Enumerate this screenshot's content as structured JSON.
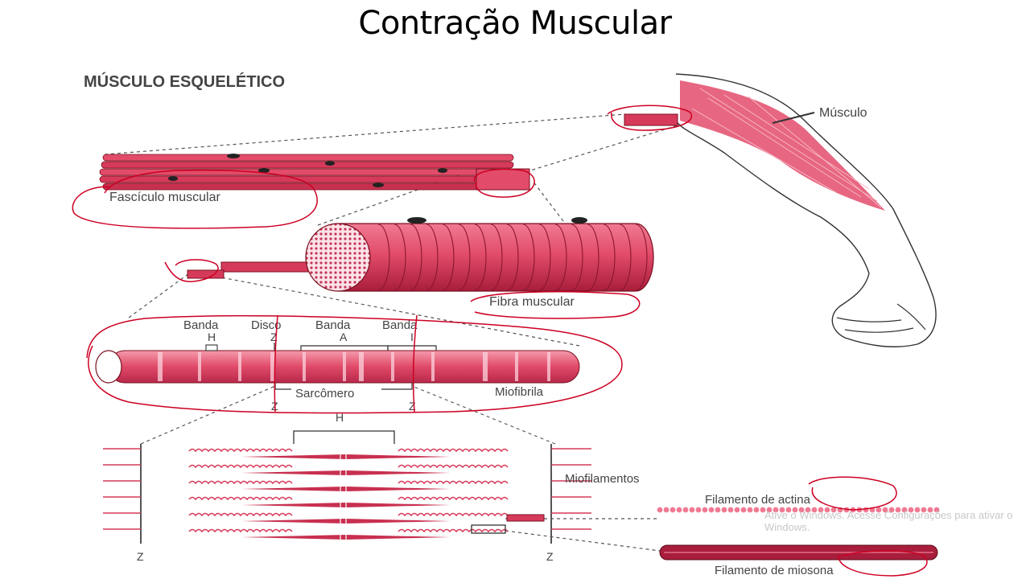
{
  "title": "Contração Muscular",
  "heading": "MÚSCULO ESQUELÉTICO",
  "labels": {
    "musculo": "Músculo",
    "fasciculo": "Fascículo muscular",
    "fibra": "Fibra muscular",
    "banda_h": "Banda",
    "banda_h_letter": "H",
    "disco": "Disco",
    "disco_letter": "Z",
    "banda_a": "Banda",
    "banda_a_letter": "A",
    "banda_i": "Banda",
    "banda_i_letter": "I",
    "sarcomero": "Sarcômero",
    "miofibrila": "Miofibrila",
    "z_left": "Z",
    "z_right": "Z",
    "h_letter": "H",
    "miofilamentos": "Miofilamentos",
    "actina": "Filamento de actina",
    "miosina": "Filamento de miosona",
    "z_bottom_left": "Z",
    "z_bottom_right": "Z"
  },
  "watermark": "Ative o Windows. Acesse Configurações para ativar o Windows.",
  "colors": {
    "muscle": "#d63a5a",
    "muscle_dark": "#a81e3c",
    "muscle_light": "#f07a92",
    "annotation": "#cc0022",
    "label": "#444444"
  }
}
